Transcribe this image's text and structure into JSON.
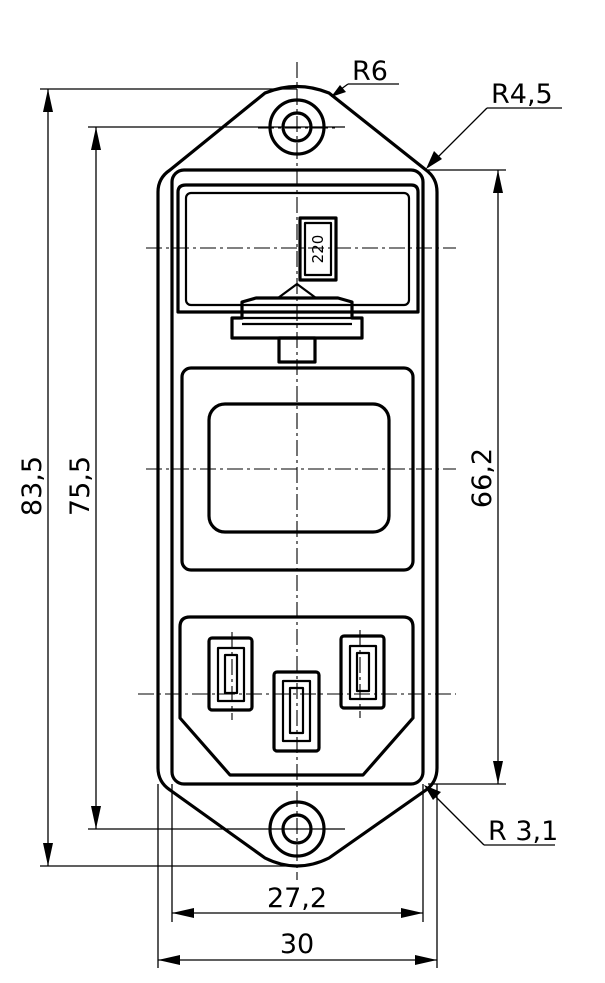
{
  "dimensions": {
    "overall_height": "83,5",
    "hole_spacing": "75,5",
    "body_height": "66,2",
    "body_width": "27,2",
    "overall_width": "30"
  },
  "radii": {
    "top_lug": "R6",
    "top_corner": "R4,5",
    "bottom_corner": "R 3,1"
  },
  "fuse_label": "220"
}
